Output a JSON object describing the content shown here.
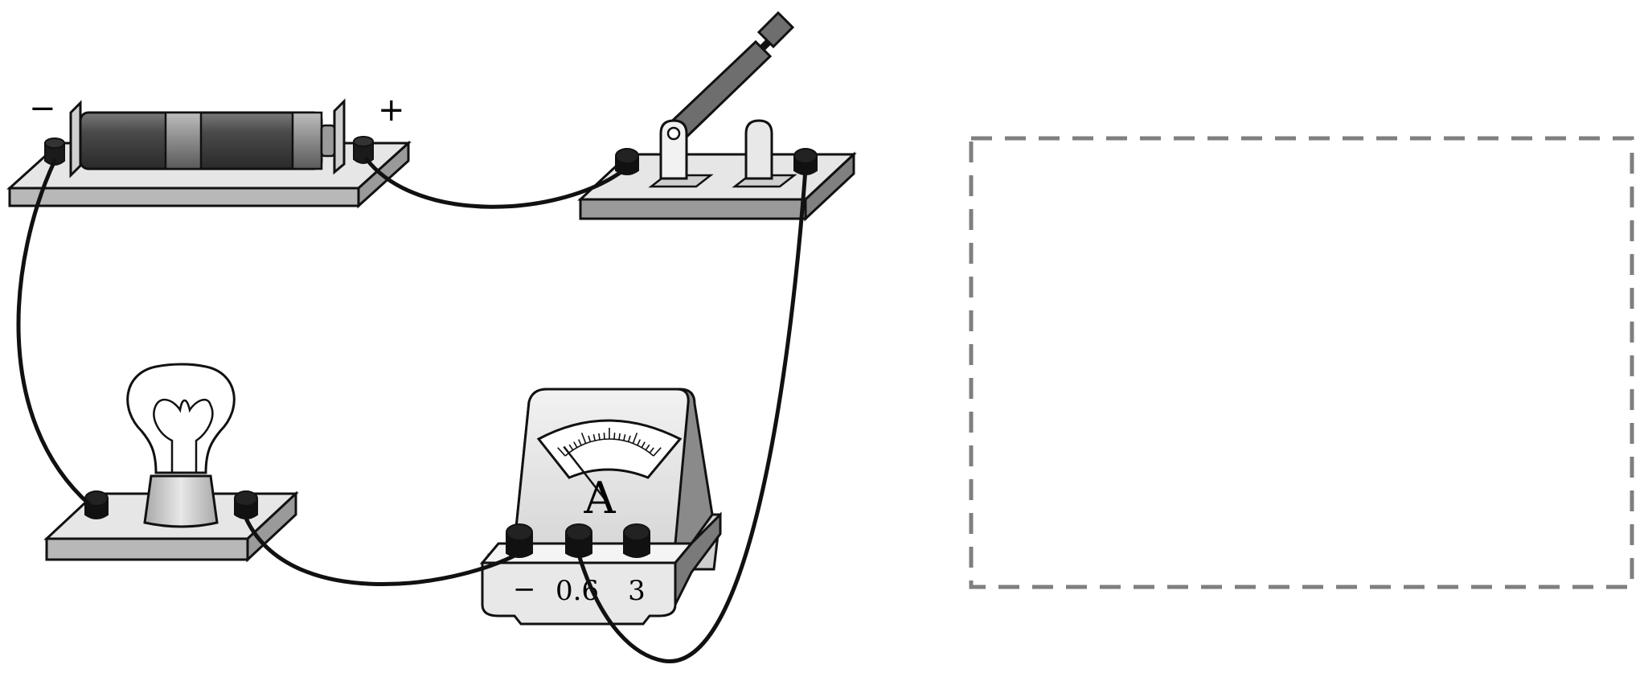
{
  "battery": {
    "minus_label": "−",
    "plus_label": "+"
  },
  "ammeter": {
    "symbol": "A",
    "terminal_minus": "−",
    "terminal_low": "0.6",
    "terminal_high": "3",
    "needle_fraction": 0.0
  },
  "answer_box": {
    "text": ""
  }
}
